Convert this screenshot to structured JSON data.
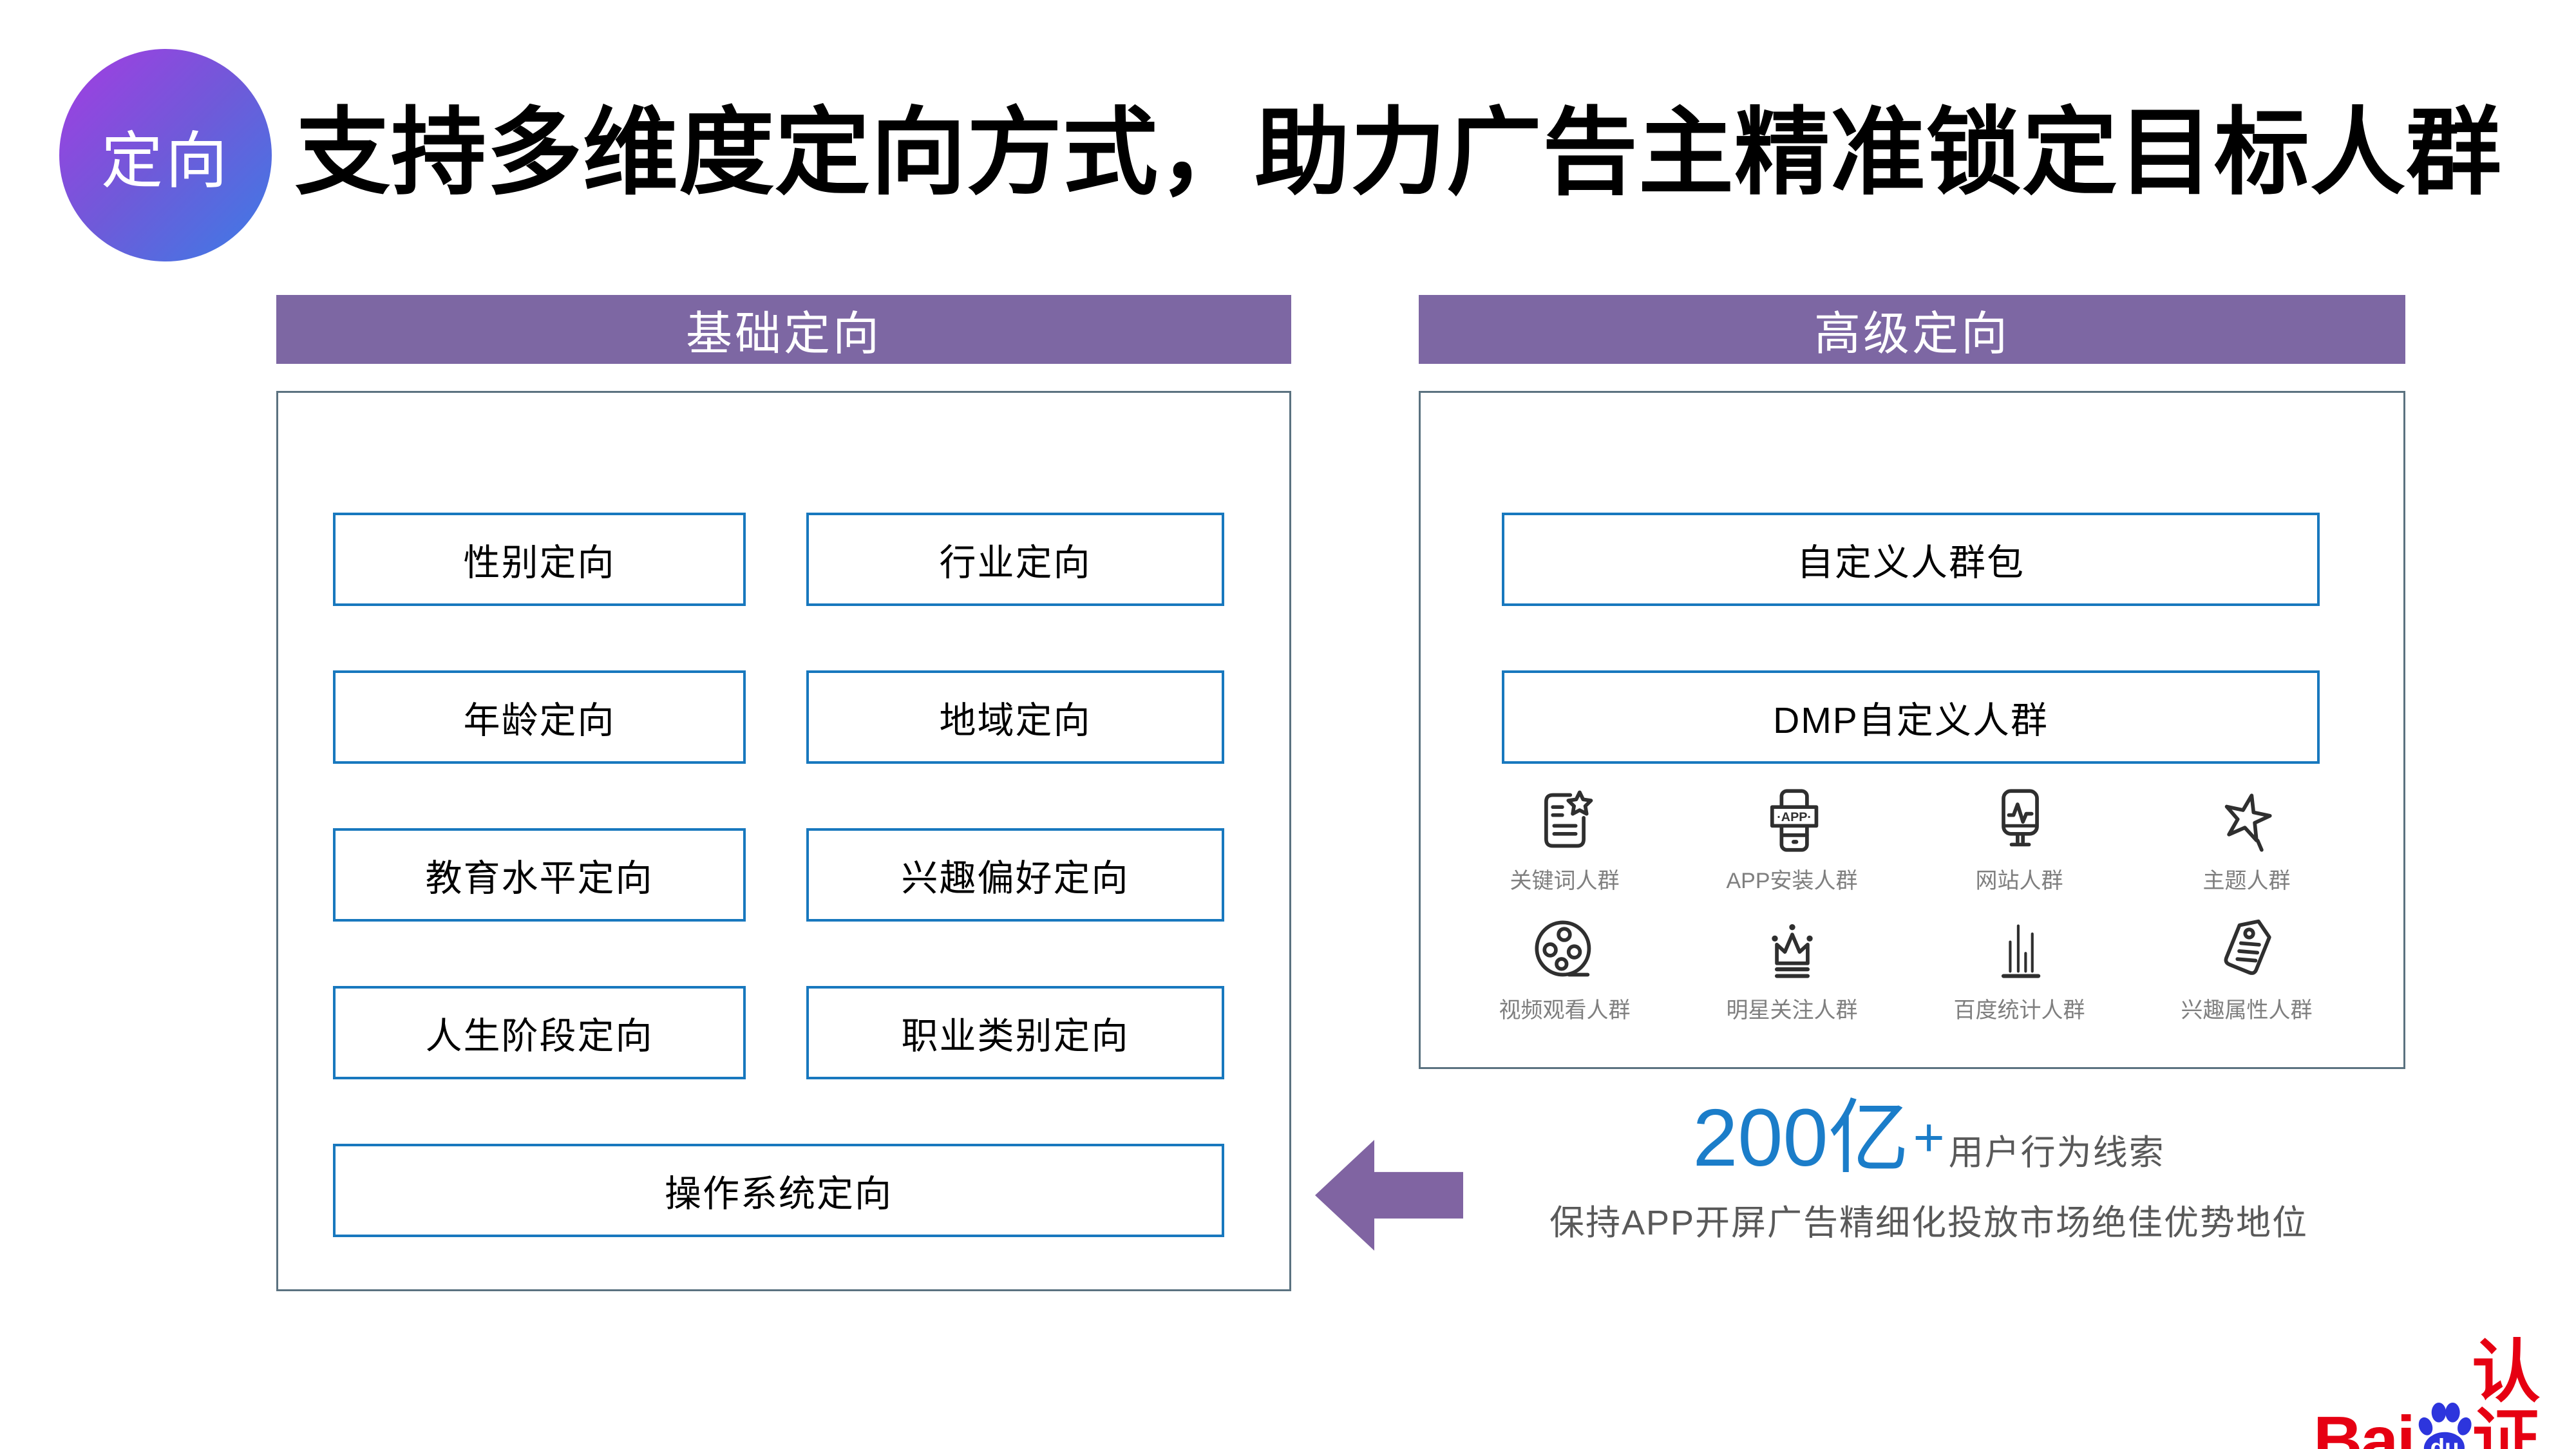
{
  "page": {
    "badge": "定向",
    "title": "支持多维度定向方式，助力广告主精准锁定目标人群"
  },
  "basic_panel": {
    "header": "基础定向",
    "boxes": [
      "性别定向",
      "行业定向",
      "年龄定向",
      "地域定向",
      "教育水平定向",
      "兴趣偏好定向",
      "人生阶段定向",
      "职业类别定向",
      "操作系统定向"
    ]
  },
  "advanced_panel": {
    "header": "高级定向",
    "boxes": [
      "自定义人群包",
      "DMP自定义人群"
    ],
    "app_icon_text": "·APP·",
    "audiences": [
      {
        "label": "关键词人群"
      },
      {
        "label": "APP安装人群"
      },
      {
        "label": "网站人群"
      },
      {
        "label": "主题人群"
      },
      {
        "label": "视频观看人群"
      },
      {
        "label": "明星关注人群"
      },
      {
        "label": "百度统计人群"
      },
      {
        "label": "兴趣属性人群"
      }
    ]
  },
  "highlight": {
    "number": "200亿",
    "plus": "+",
    "suffix": "用户行为线索",
    "description": "保持APP开屏广告精细化投放市场绝佳优势地位"
  },
  "logo": {
    "bai": "Bai",
    "du": "du",
    "cert": "认证"
  },
  "colors": {
    "header_purple": "#7d67a3",
    "arrow_purple": "#8064a2",
    "badge_gradient_start": "#a43ce2",
    "badge_gradient_end": "#3b7ce6",
    "box_border_blue": "#1878be",
    "panel_border_gray": "#5b7280",
    "highlight_blue": "#1b7dc9",
    "gray_text": "#595959",
    "icon_label_gray": "#7f7f7f",
    "baidu_red": "#e60012",
    "baidu_blue": "#2d35dd"
  }
}
